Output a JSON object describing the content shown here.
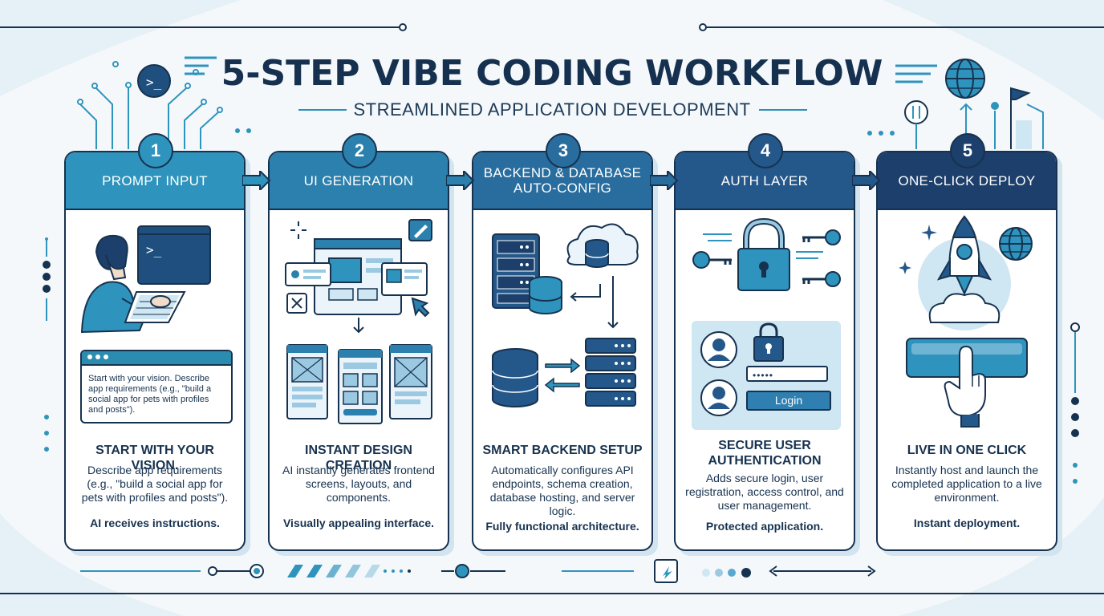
{
  "header": {
    "title": "5-STEP VIBE CODING WORKFLOW",
    "subtitle": "STREAMLINED APPLICATION DEVELOPMENT"
  },
  "colors": {
    "step1": "#2f94bd",
    "step2": "#2b80ad",
    "step3": "#286d9e",
    "step4": "#24588a",
    "step5": "#1d3f6b",
    "outline": "#17324f",
    "accent_light": "#cfe6f3"
  },
  "steps": [
    {
      "number": "1",
      "label": "PROMPT INPUT",
      "heading": "START WITH YOUR VISION.",
      "description": "Describe app requirements (e.g., \"build a social app for pets with profiles and posts\").",
      "footer": "AI receives instructions.",
      "popup_text": "Start with your vision. Describe app requirements (e.g., \"build a social app for pets with profiles and posts\").",
      "icons": [
        "person-at-laptop-icon",
        "terminal-icon",
        "keyboard-icon"
      ]
    },
    {
      "number": "2",
      "label": "UI GENERATION",
      "heading": "INSTANT DESIGN CREATION",
      "description": "AI instantly generates frontend screens, layouts, and components.",
      "footer": "Visually appealing interface.",
      "icons": [
        "browser-window-icon",
        "pencil-icon",
        "wireframe-icon",
        "cursor-icon"
      ]
    },
    {
      "number": "3",
      "label": "BACKEND & DATABASE AUTO-CONFIG",
      "heading": "SMART BACKEND SETUP",
      "description": "Automatically configures API endpoints, schema creation, database hosting, and server logic.",
      "footer": "Fully functional architecture.",
      "icons": [
        "server-rack-icon",
        "cloud-database-icon",
        "database-icon",
        "sync-arrows-icon"
      ]
    },
    {
      "number": "4",
      "label": "AUTH LAYER",
      "heading": "SECURE USER AUTHENTICATION",
      "description": "Adds secure login, user registration, access control, and user management.",
      "footer": "Protected application.",
      "login_label": "Login",
      "password_mask": "•••••",
      "icons": [
        "padlock-icon",
        "key-icon",
        "user-avatar-icon",
        "login-form-icon"
      ]
    },
    {
      "number": "5",
      "label": "ONE-CLICK DEPLOY",
      "heading": "LIVE IN ONE CLICK",
      "description": "Instantly host and launch the completed application to a live environment.",
      "footer": "Instant deployment.",
      "icons": [
        "rocket-icon",
        "globe-icon",
        "deploy-button-icon",
        "pointing-hand-icon"
      ]
    }
  ]
}
